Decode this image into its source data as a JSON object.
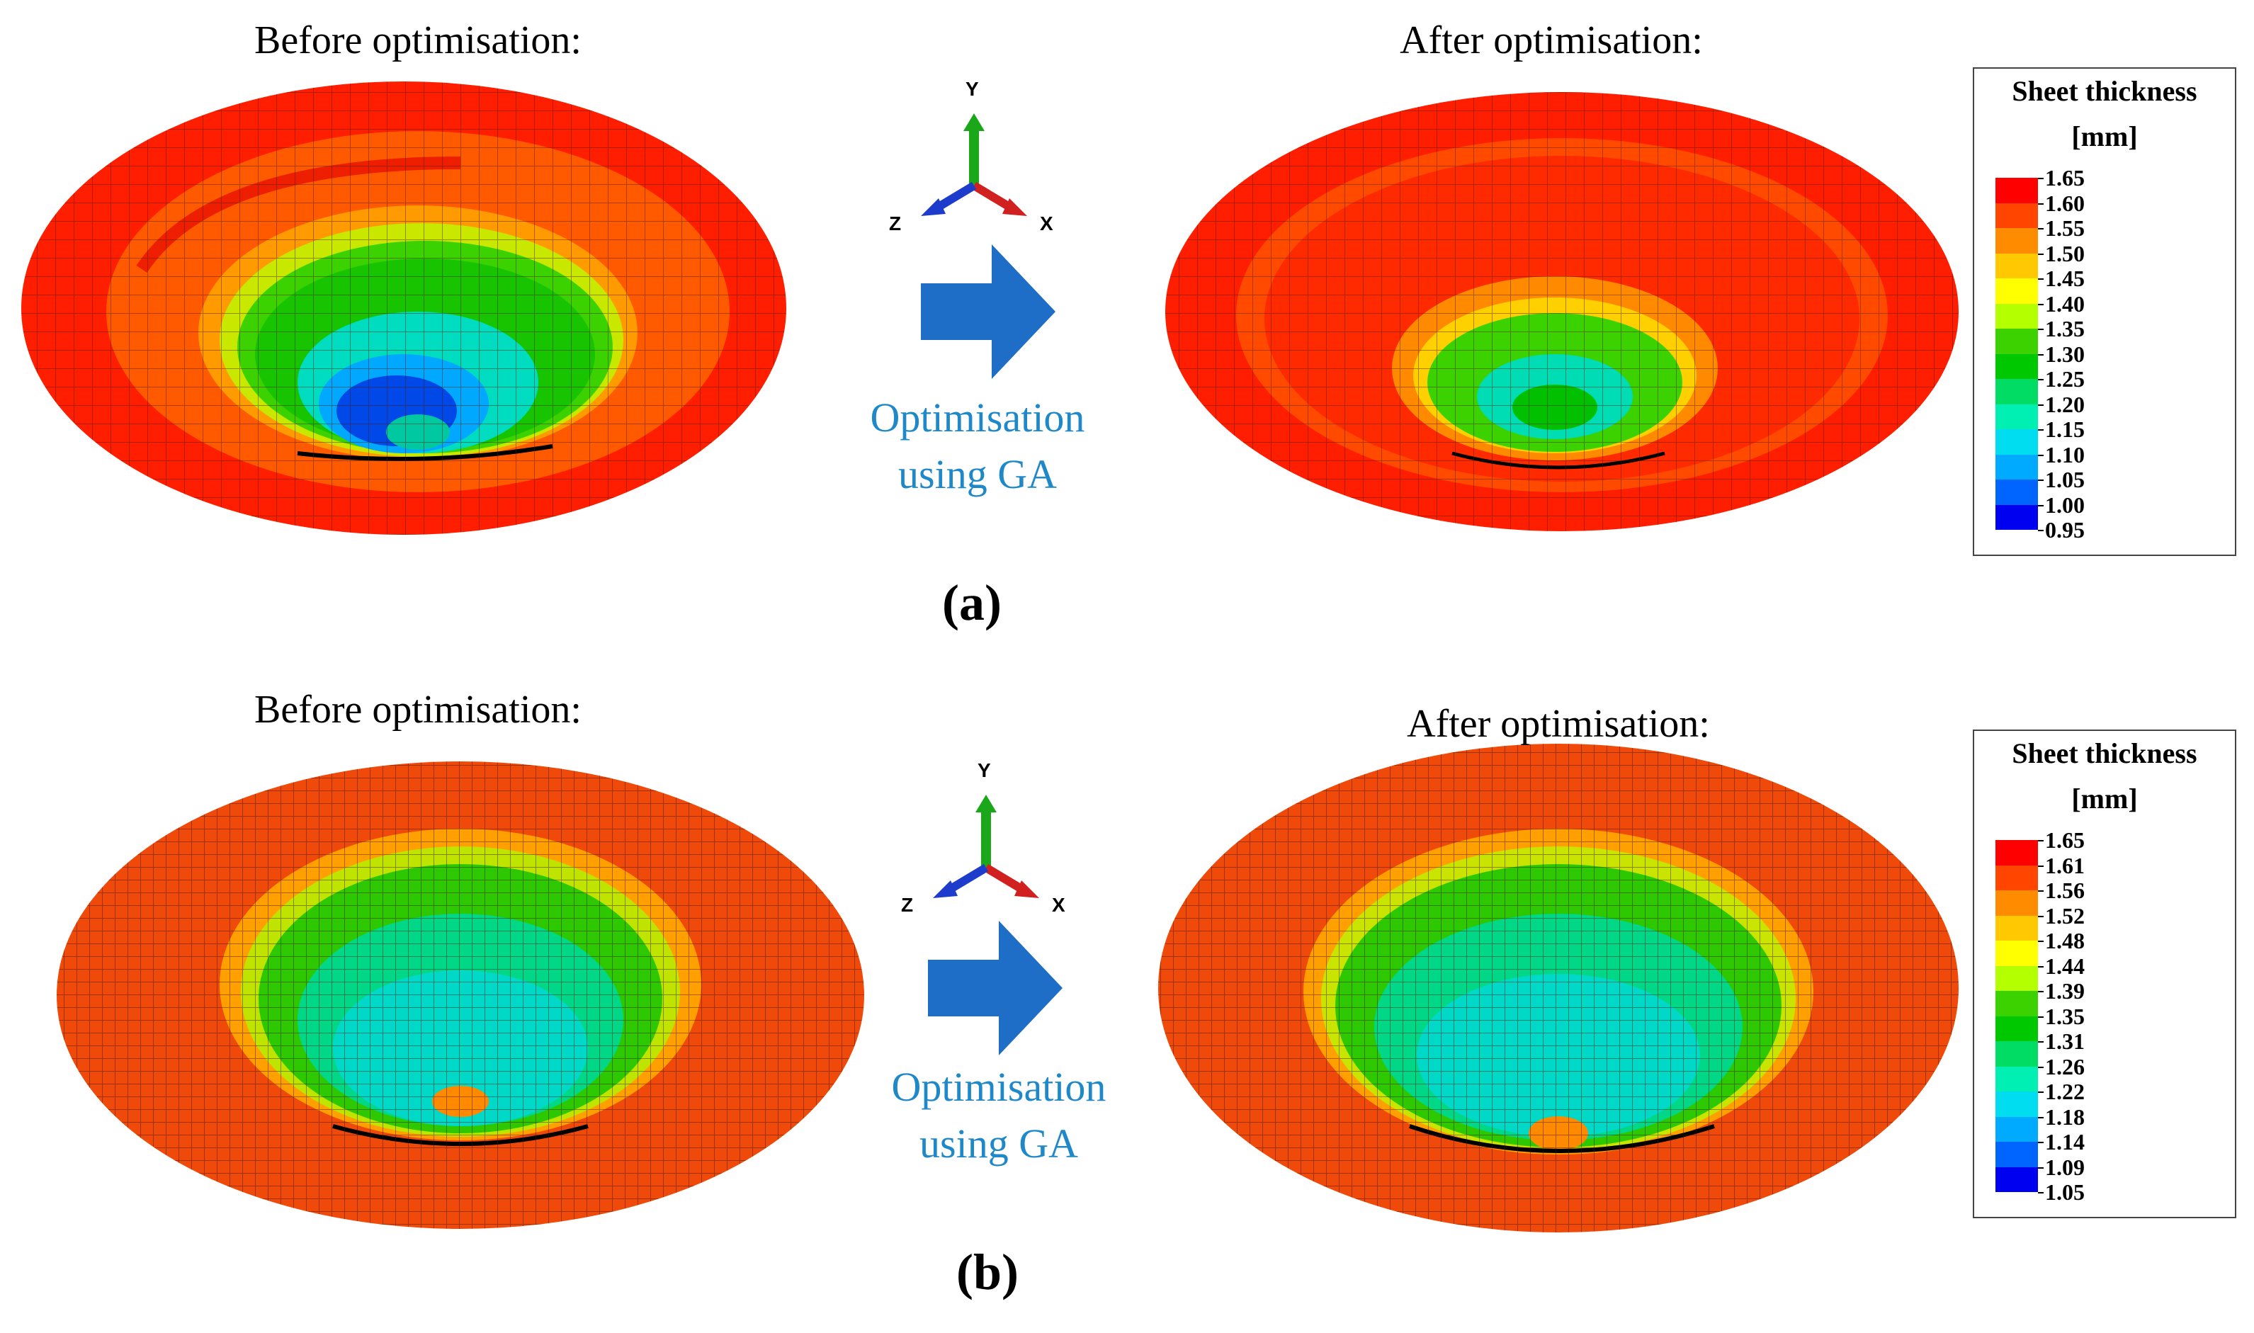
{
  "panels": [
    {
      "id": "a",
      "panel_label": "(a)",
      "before_label": "Before optimisation:",
      "after_label": "After optimisation:",
      "arrow_label_line1": "Optimisation",
      "arrow_label_line2": "using GA",
      "axes": {
        "y": "Y",
        "x": "X",
        "z": "Z"
      },
      "legend": {
        "title_line1": "Sheet thickness",
        "title_line2": "[mm]",
        "ticks": [
          "1.65",
          "1.60",
          "1.55",
          "1.50",
          "1.45",
          "1.40",
          "1.35",
          "1.30",
          "1.25",
          "1.20",
          "1.15",
          "1.10",
          "1.05",
          "1.00",
          "0.95"
        ],
        "colors": [
          "#ff0000",
          "#ff4500",
          "#ff8c00",
          "#ffc800",
          "#ffff00",
          "#b4ff00",
          "#3cd200",
          "#00c800",
          "#00dc64",
          "#00f0b4",
          "#00dcf0",
          "#00aaff",
          "#0064ff",
          "#0000f0"
        ]
      }
    },
    {
      "id": "b",
      "panel_label": "(b)",
      "before_label": "Before optimisation:",
      "after_label": "After optimisation:",
      "arrow_label_line1": "Optimisation",
      "arrow_label_line2": "using GA",
      "axes": {
        "y": "Y",
        "x": "X",
        "z": "Z"
      },
      "legend": {
        "title_line1": "Sheet thickness",
        "title_line2": "[mm]",
        "ticks": [
          "1.65",
          "1.61",
          "1.56",
          "1.52",
          "1.48",
          "1.44",
          "1.39",
          "1.35",
          "1.31",
          "1.26",
          "1.22",
          "1.18",
          "1.14",
          "1.09",
          "1.05"
        ],
        "colors": [
          "#ff0000",
          "#ff4500",
          "#ff8c00",
          "#ffc800",
          "#ffff00",
          "#b4ff00",
          "#3cd200",
          "#00c800",
          "#00dc64",
          "#00f0b4",
          "#00dcf0",
          "#00aaff",
          "#0064ff",
          "#0000f0"
        ]
      }
    }
  ]
}
